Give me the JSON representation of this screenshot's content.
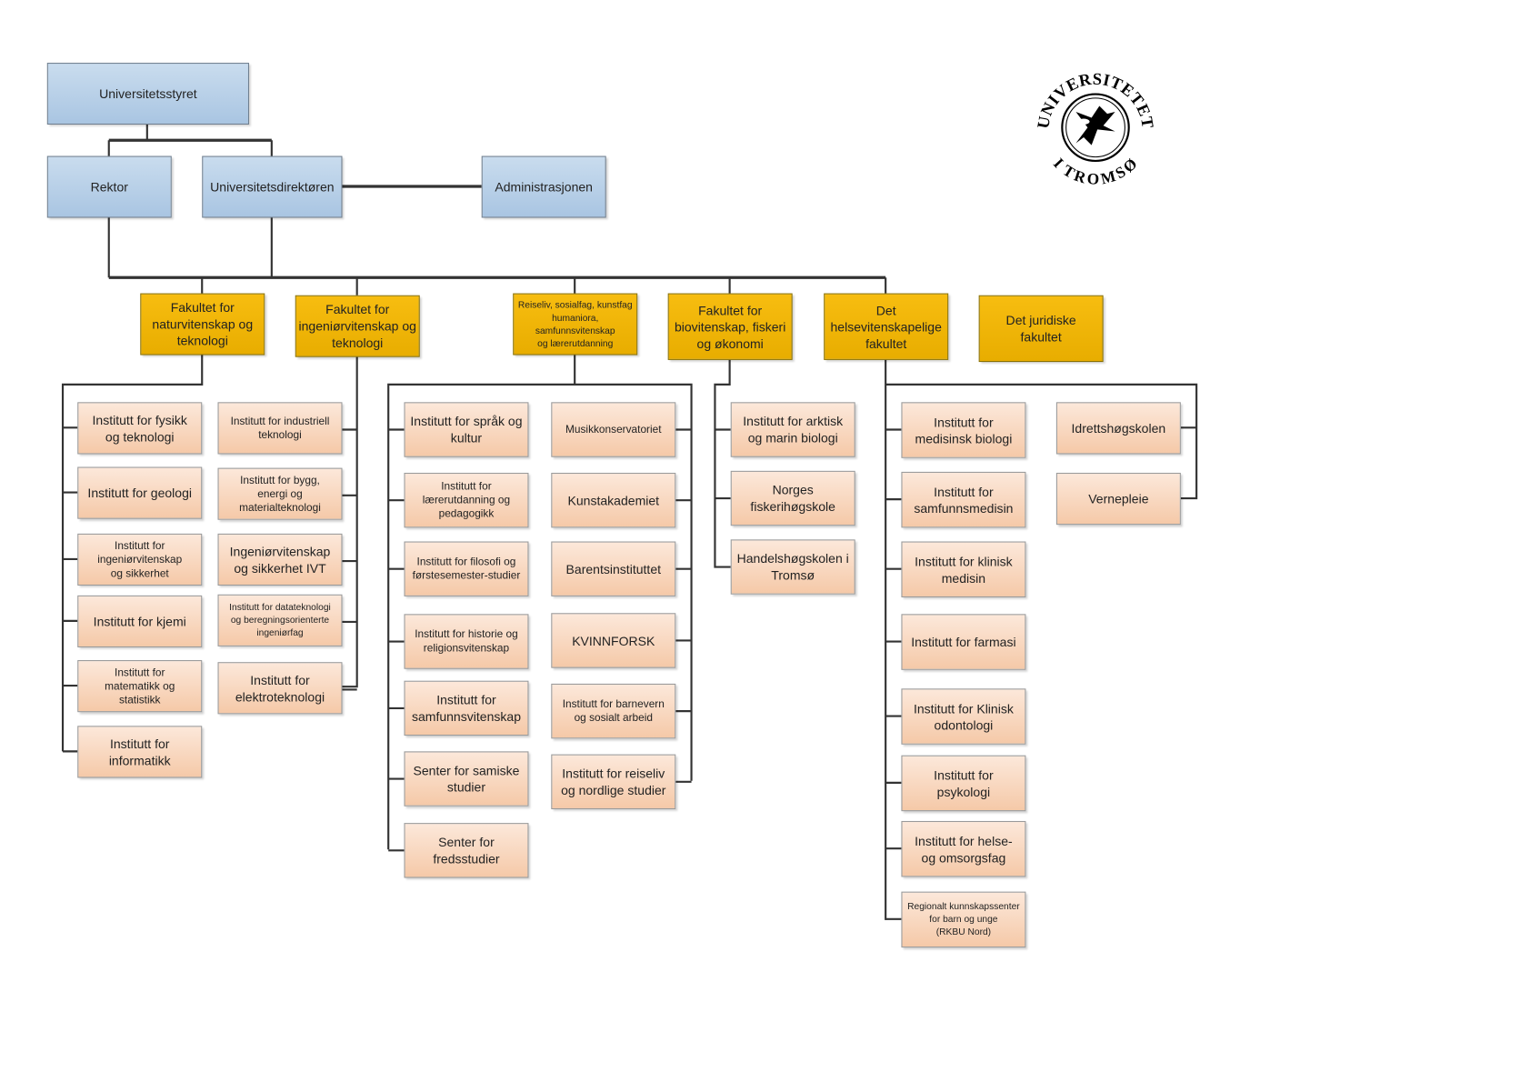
{
  "top": {
    "board": "Universitetsstyret",
    "rector": "Rektor",
    "director": "Universitetsdirektøren",
    "administration": "Administrasjonen"
  },
  "logo": {
    "top_text": "UNIVERSITETET",
    "bottom_text": "I TROMSØ"
  },
  "faculties": [
    {
      "name": "Fakultet for\nnaturvitenskap og\nteknologi",
      "units": [
        "Institutt for fysikk\nog teknologi",
        "Institutt for geologi",
        "Institutt for\ningeniørvitenskap\nog sikkerhet",
        "Institutt for kjemi",
        "Institutt for\nmatematikk og\nstatistikk",
        "Institutt for\ninformatikk"
      ]
    },
    {
      "name": "Fakultet for\ningeniørvitenskap og\nteknologi",
      "units": [
        "Institutt for industriell\nteknologi",
        "Institutt for bygg,\nenergi og\nmaterialteknologi",
        "Ingeniørvitenskap\nog sikkerhet IVT",
        "Institutt for datateknologi\nog beregningsorienterte\ningeniørfag",
        "Institutt for\nelektroteknologi"
      ]
    },
    {
      "name": "Reiseliv, sosialfag, kunstfag\nhumaniora,\nsamfunnsvitenskap\nog lærerutdanning",
      "units": [
        "Institutt for språk og\nkultur",
        "Institutt for\nlærerutdanning og\npedagogikk",
        "Institutt for filosofi og\nførstesemester-studier",
        "Institutt for historie og\nreligionsvitenskap",
        "Institutt for\nsamfunnsvitenskap",
        "Senter for samiske\nstudier",
        "Senter for\nfredsstudier",
        "Musikkonservatoriet",
        "Kunstakademiet",
        "Barentsinstituttet",
        "KVINNFORSK",
        "Institutt for barnevern\nog sosialt arbeid",
        "Institutt for reiseliv\nog nordlige studier"
      ]
    },
    {
      "name": "Fakultet for\nbiovitenskap, fiskeri\nog økonomi",
      "units": [
        "Institutt for arktisk\nog marin biologi",
        "Norges\nfiskerihøgskole",
        "Handelshøgskolen i\nTromsø"
      ]
    },
    {
      "name": "Det\nhelsevitenskapelige\nfakultet",
      "units": [
        "Institutt for\nmedisinsk biologi",
        "Institutt for\nsamfunnsmedisin",
        "Institutt for klinisk\nmedisin",
        "Institutt for farmasi",
        "Institutt for  Klinisk\nodontologi",
        "Institutt for\npsykologi",
        "Institutt for helse-\nog omsorgsfag",
        "Regionalt kunnskapssenter\nfor barn og unge\n(RKBU Nord)",
        "Idrettshøgskolen",
        "Vernepleie"
      ]
    },
    {
      "name": "Det juridiske\nfakultet",
      "units": []
    }
  ]
}
